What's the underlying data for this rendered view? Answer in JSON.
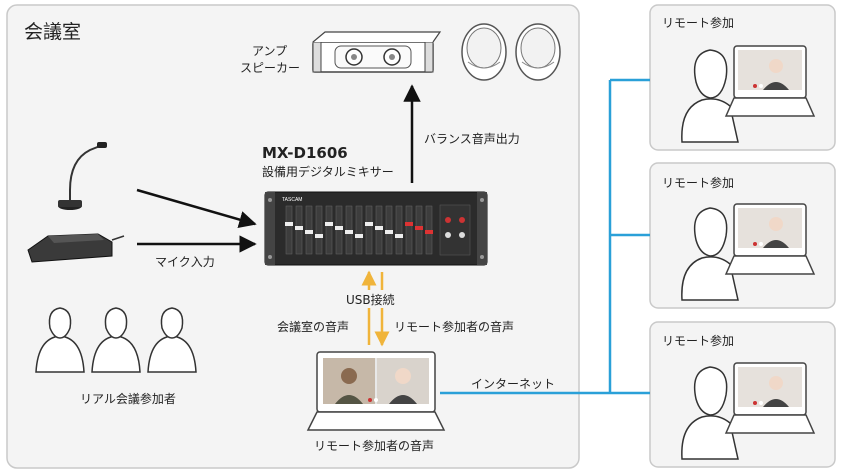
{
  "meeting_room": {
    "title": "会議室"
  },
  "amp": {
    "label_line1": "アンプ",
    "label_line2": "スピーカー"
  },
  "mixer": {
    "model": "MX-D1606",
    "description": "設備用デジタルミキサー",
    "brand": "TASCAM"
  },
  "labels": {
    "balanced_out": "バランス音声出力",
    "mic_input": "マイク入力",
    "usb": "USB接続",
    "room_audio": "会議室の音声",
    "remote_audio": "リモート参加者の音声",
    "participants": "リアル会議参加者",
    "laptop_caption": "リモート参加者の音声",
    "internet": "インターネット"
  },
  "remote_panels": [
    {
      "title": "リモート参加"
    },
    {
      "title": "リモート参加"
    },
    {
      "title": "リモート参加"
    }
  ],
  "colors": {
    "panel_border": "#c9c9c9",
    "panel_bg": "#f4f4f4",
    "network_line": "#2aa0d8",
    "usb_arrow": "#f0b43a"
  }
}
